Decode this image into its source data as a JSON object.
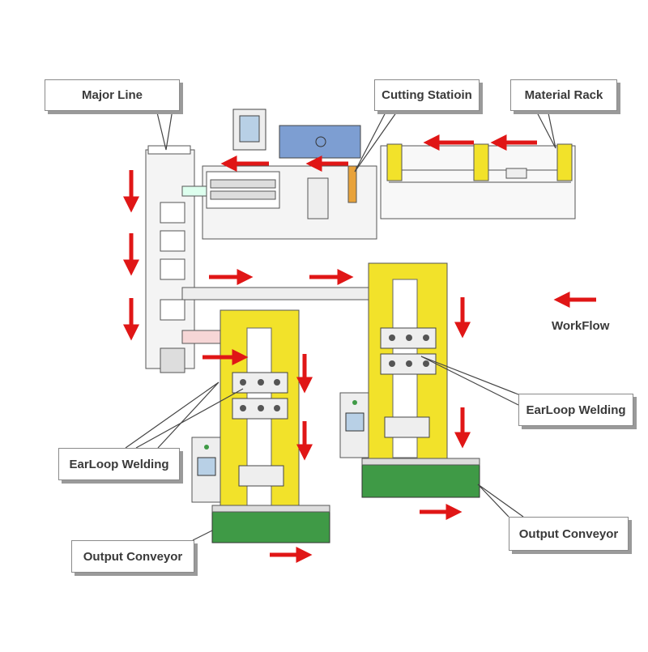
{
  "labels": {
    "major_line": "Major Line",
    "cutting_station": "Cutting Statioin",
    "material_rack": "Material Rack",
    "earloop_left": "EarLoop Welding",
    "earloop_right": "EarLoop Welding",
    "output_left": "Output Conveyor",
    "output_right": "Output Conveyor",
    "legend": "WorkFlow"
  },
  "colors": {
    "arrow": "#e01616",
    "machine_yellow": "#f2e22a",
    "conveyor_green": "#3f9a46",
    "outline": "#555555",
    "frame_fill": "#f4f4f4",
    "panel_blue": "#7d9ed2"
  }
}
